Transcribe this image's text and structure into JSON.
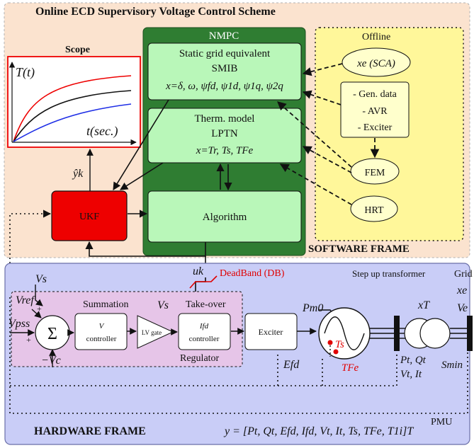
{
  "title": "Online ECD Supervisory Voltage Control Scheme",
  "scope": {
    "label": "Scope",
    "y_label": "T(t)",
    "x_label": "t(sec.)"
  },
  "estimate_label": "ŷk",
  "ukf_label": "UKF",
  "nmpc": {
    "title": "NMPC",
    "static_line1": "Static grid equivalent",
    "static_line2": "SMIB",
    "static_line3": "x=δ, ω, ψfd, ψ1d, ψ1q, ψ2q",
    "thermal_line1": "Therm. model",
    "thermal_line2": "LPTN",
    "thermal_line3": "x=Tr, Ts, TFe",
    "algorithm_label": "Algorithm"
  },
  "offline": {
    "title": "Offline",
    "sca": "xe (SCA)",
    "gen_data": [
      "- Gen. data",
      "- AVR",
      "- Exciter"
    ],
    "fem": "FEM",
    "hrt": "HRT"
  },
  "software_frame": "SOFTWARE FRAME",
  "hardware_frame": "HARDWARE FRAME",
  "control_signal": "uk",
  "deadband": "DeadBand (DB)",
  "regulator": {
    "vs_top": "Vs",
    "vref": "Vref",
    "vpss": "Vpss",
    "vc": "−Vc",
    "summation": "Summation",
    "vs_mid": "Vs",
    "takeover": "Take-over",
    "sigma": "Σ",
    "v_controller": [
      "V",
      "controller"
    ],
    "lv_gate": "LV gate",
    "ifd_controller": [
      "Ifd",
      "controller"
    ],
    "regulator_label": "Regulator"
  },
  "exciter": "Exciter",
  "generator": {
    "pm0": "Pm0",
    "efd": "Efd",
    "ts": "Ts",
    "tfe": "TFe"
  },
  "transformer": {
    "label": "Step up transformer",
    "xt": "xT",
    "pq": "Pt, Qt",
    "vi": "Vt, It",
    "smin": "Smin"
  },
  "grid": {
    "label": "Grid",
    "xe": "xe",
    "ve": "Ve"
  },
  "pmu": "PMU",
  "measurement": "y = [Pt, Qt, Efd, Ifd, Vt, It, Ts, TFe, T1i]T",
  "colors": {
    "software_bg": "#fbe3cf",
    "hardware_bg": "#c9cdf7",
    "nmpc_bg": "#2f7d32",
    "block_green": "#b9f7b9",
    "offline_bg": "#fff79a",
    "ukf_red": "#ee0000",
    "regulator_bg": "#e6c5e8",
    "accent_red": "#e00000"
  }
}
